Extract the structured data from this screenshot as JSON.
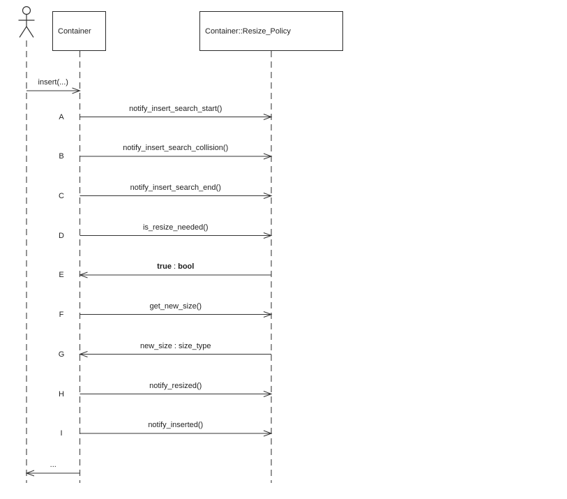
{
  "participants": [
    {
      "id": "actor",
      "kind": "actor",
      "label": ""
    },
    {
      "id": "container",
      "kind": "object",
      "label": "Container"
    },
    {
      "id": "resize_policy",
      "kind": "object",
      "label": "Container::Resize_Policy"
    }
  ],
  "messages": [
    {
      "id": "",
      "label": "insert(...)",
      "from": "actor",
      "to": "container"
    },
    {
      "id": "A",
      "label": "notify_insert_search_start()",
      "from": "container",
      "to": "resize_policy"
    },
    {
      "id": "B",
      "label": "notify_insert_search_collision()",
      "from": "container",
      "to": "resize_policy"
    },
    {
      "id": "C",
      "label": "notify_insert_search_end()",
      "from": "container",
      "to": "resize_policy"
    },
    {
      "id": "D",
      "label": "is_resize_needed()",
      "from": "container",
      "to": "resize_policy"
    },
    {
      "id": "E",
      "label": "true : bool",
      "parts": [
        {
          "text": "true",
          "bold": true
        },
        {
          "text": " : ",
          "bold": false
        },
        {
          "text": "bool",
          "bold": true
        }
      ],
      "from": "resize_policy",
      "to": "container"
    },
    {
      "id": "F",
      "label": "get_new_size()",
      "from": "container",
      "to": "resize_policy"
    },
    {
      "id": "G",
      "label": "new_size : size_type",
      "from": "resize_policy",
      "to": "container"
    },
    {
      "id": "H",
      "label": "notify_resized()",
      "from": "container",
      "to": "resize_policy"
    },
    {
      "id": "I",
      "label": "notify_inserted()",
      "from": "container",
      "to": "resize_policy"
    },
    {
      "id": "",
      "label": "...",
      "from": "container",
      "to": "actor"
    }
  ],
  "colors": {
    "line": "#333333",
    "lifeline": "#4d4d4d",
    "text": "#1f1f1f",
    "background": "#ffffff"
  }
}
